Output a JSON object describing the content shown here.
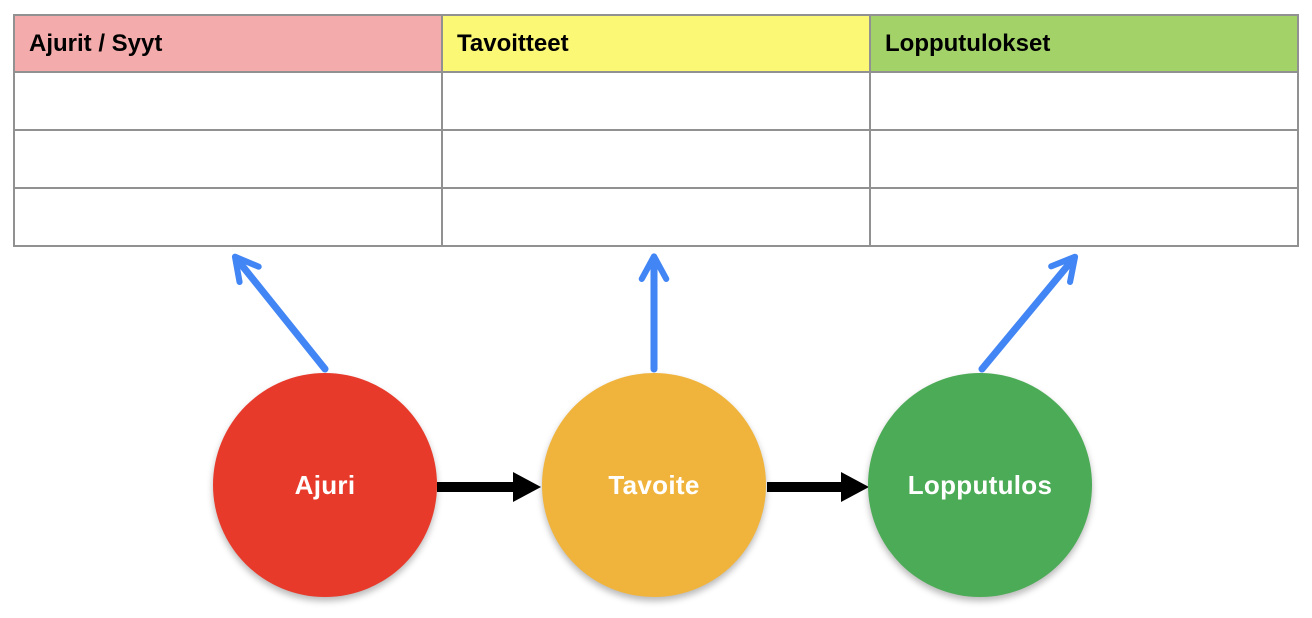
{
  "table": {
    "columns": [
      {
        "label": "Ajurit / Syyt",
        "color": "#f4abab"
      },
      {
        "label": "Tavoitteet",
        "color": "#fbf876"
      },
      {
        "label": "Lopputulokset",
        "color": "#a2d268"
      }
    ],
    "empty_body_rows": 3
  },
  "circles": [
    {
      "label": "Ajuri",
      "color": "#e83a2b"
    },
    {
      "label": "Tavoite",
      "color": "#f0b43d"
    },
    {
      "label": "Lopputulos",
      "color": "#4cab56"
    }
  ],
  "colors": {
    "arrow_blue": "#4285f4",
    "arrow_black": "#000000",
    "table_border": "#919191",
    "header_text": "#000000",
    "circle_text": "#ffffff",
    "background": "#ffffff"
  }
}
